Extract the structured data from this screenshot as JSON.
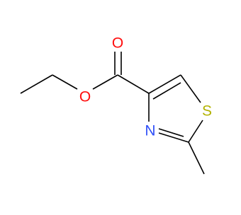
{
  "molecule": {
    "atoms": {
      "oxygen_carbonyl": {
        "symbol": "O",
        "color": "#ff0d0d"
      },
      "oxygen_ester": {
        "symbol": "O",
        "color": "#ff0d0d"
      },
      "sulfur": {
        "symbol": "S",
        "color": "#b2b200"
      },
      "nitrogen": {
        "symbol": "N",
        "color": "#3050f8"
      }
    },
    "bond_color": "#000000"
  }
}
